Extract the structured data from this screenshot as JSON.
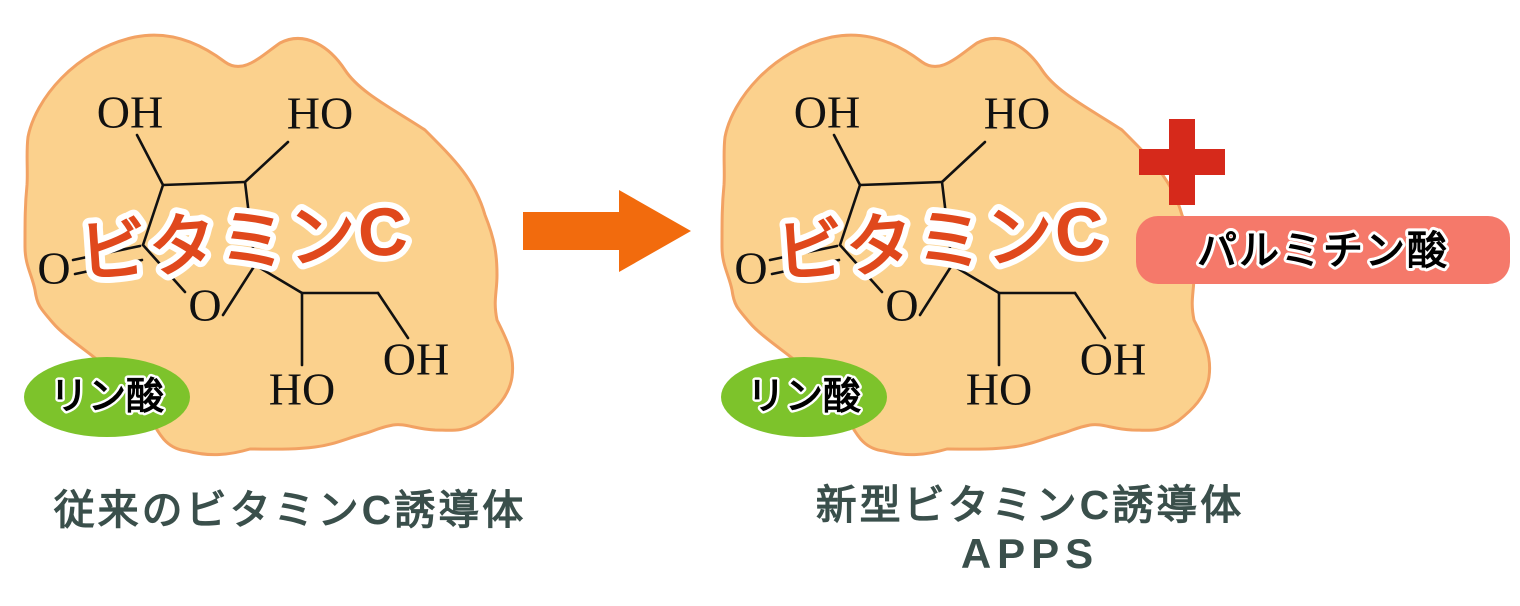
{
  "panels": {
    "left": {
      "molecule_label": "ビタミンC",
      "tag_label": "リン酸",
      "caption": "従来のビタミンC誘導体",
      "atoms": {
        "oh_top_left": "OH",
        "ho_top_right": "HO",
        "o_carbonyl": "O",
        "o_ring": "O",
        "ho_bottom": "HO",
        "oh_bottom_right": "OH"
      }
    },
    "right": {
      "molecule_label": "ビタミンC",
      "tag_label": "リン酸",
      "caption_line1": "新型ビタミンC誘導体",
      "caption_line2": "APPS",
      "atoms": {
        "oh_top_left": "OH",
        "ho_top_right": "HO",
        "o_carbonyl": "O",
        "o_ring": "O",
        "ho_bottom": "HO",
        "oh_bottom_right": "OH"
      }
    }
  },
  "badge": {
    "label": "パルミチン酸"
  },
  "icons": {
    "transform_arrow": "right-arrow-icon",
    "combine_plus": "plus-icon"
  },
  "colors": {
    "background": "#FFFFFF",
    "blob_fill": "#FBD18D",
    "blob_stroke": "#F2A263",
    "bond": "#111111",
    "atom_text": "#111111",
    "molecule_text": "#E0481C",
    "molecule_outline": "#FFFFFF",
    "tag_fill": "#7DC32B",
    "tag_text": "#000000",
    "caption_text": "#3A4F4B",
    "arrow": "#F26B0D",
    "plus": "#D6291B",
    "badge_fill": "#F5796A",
    "badge_text": "#000000"
  }
}
